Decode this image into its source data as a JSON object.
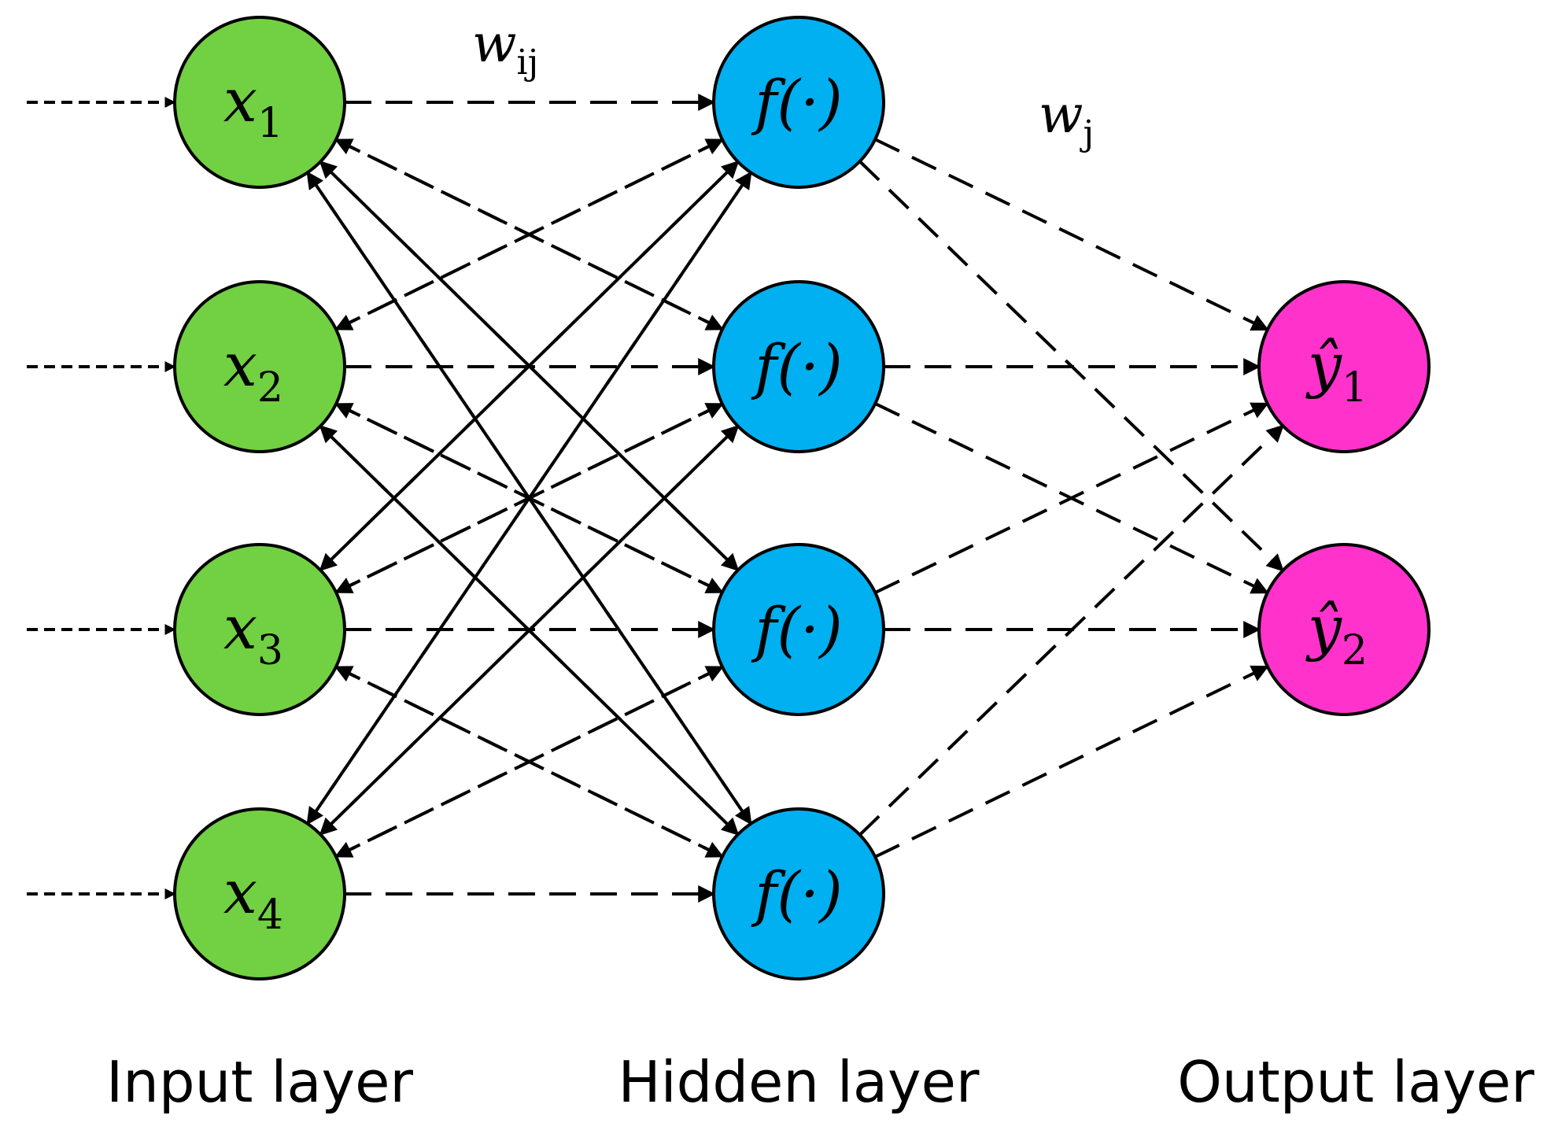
{
  "colors": {
    "input": "#72d043",
    "hidden": "#00b0f0",
    "output": "#ff33cc",
    "stroke": "#000000"
  },
  "input_layer": {
    "label": "Input layer",
    "nodes": [
      {
        "var": "x",
        "sub": "1"
      },
      {
        "var": "x",
        "sub": "2"
      },
      {
        "var": "x",
        "sub": "3"
      },
      {
        "var": "x",
        "sub": "4"
      }
    ]
  },
  "hidden_layer": {
    "label": "Hidden layer",
    "nodes": [
      {
        "text": "f(·)"
      },
      {
        "text": "f(·)"
      },
      {
        "text": "f(·)"
      },
      {
        "text": "f(·)"
      }
    ]
  },
  "output_layer": {
    "label": "Output layer",
    "nodes": [
      {
        "var": "ŷ",
        "sub": "1"
      },
      {
        "var": "ŷ",
        "sub": "2"
      }
    ]
  },
  "weights": {
    "input_hidden": {
      "var": "w",
      "sub": "ij"
    },
    "hidden_output": {
      "var": "w",
      "sub": "j"
    }
  }
}
